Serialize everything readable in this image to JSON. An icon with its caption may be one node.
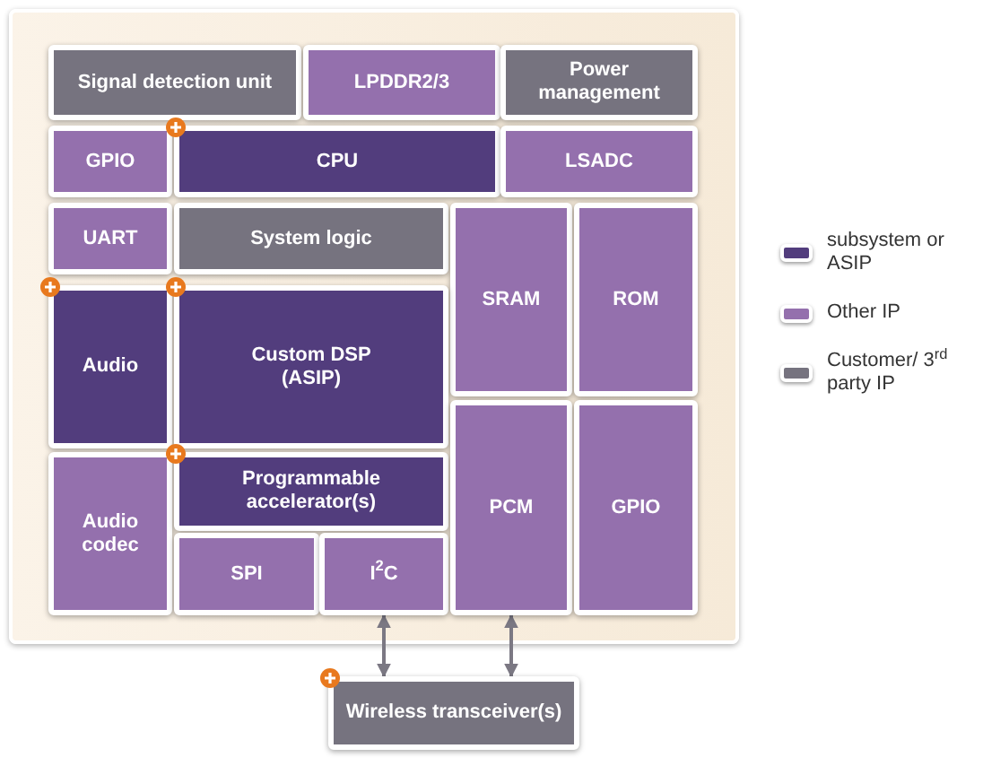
{
  "diagram": {
    "nodes": [
      {
        "text": [
          "Signal detection unit"
        ]
      },
      {
        "text": [
          "LPDDR2/3"
        ]
      },
      {
        "text": [
          "Power management"
        ]
      },
      {
        "text": [
          "GPIO"
        ]
      },
      {
        "text": [
          "CPU"
        ]
      },
      {
        "text": [
          "LSADC"
        ]
      },
      {
        "text": [
          "UART"
        ]
      },
      {
        "text": [
          "System logic"
        ]
      },
      {
        "text": [
          "SRAM"
        ]
      },
      {
        "text": [
          "ROM"
        ]
      },
      {
        "text": [
          "Audio"
        ]
      },
      {
        "text": [
          "Custom DSP (ASIP)"
        ]
      },
      {
        "text": [
          "Audio codec"
        ]
      },
      {
        "text": [
          "Programmable accelerator(s)"
        ]
      },
      {
        "text": [
          "SPI"
        ]
      },
      {
        "text": [
          "I$^{2}$C"
        ]
      },
      {
        "text": [
          "PCM"
        ]
      },
      {
        "text": [
          "GPIO"
        ]
      },
      {
        "text": [
          "Wireless transceiver(s)"
        ]
      }
    ],
    "edges": [
      {
        "from": 15,
        "to": 18,
        "arrow": "both"
      },
      {
        "from": 16,
        "to": 18,
        "arrow": "both"
      }
    ],
    "legend": [
      {
        "text": "subsystem or ASIP",
        "color": "#523d7d"
      },
      {
        "text": "Other IP",
        "color": "#9470ad"
      },
      {
        "text": "Customer/ 3$^{rd}$ party IP",
        "color": "#76737f"
      }
    ]
  }
}
